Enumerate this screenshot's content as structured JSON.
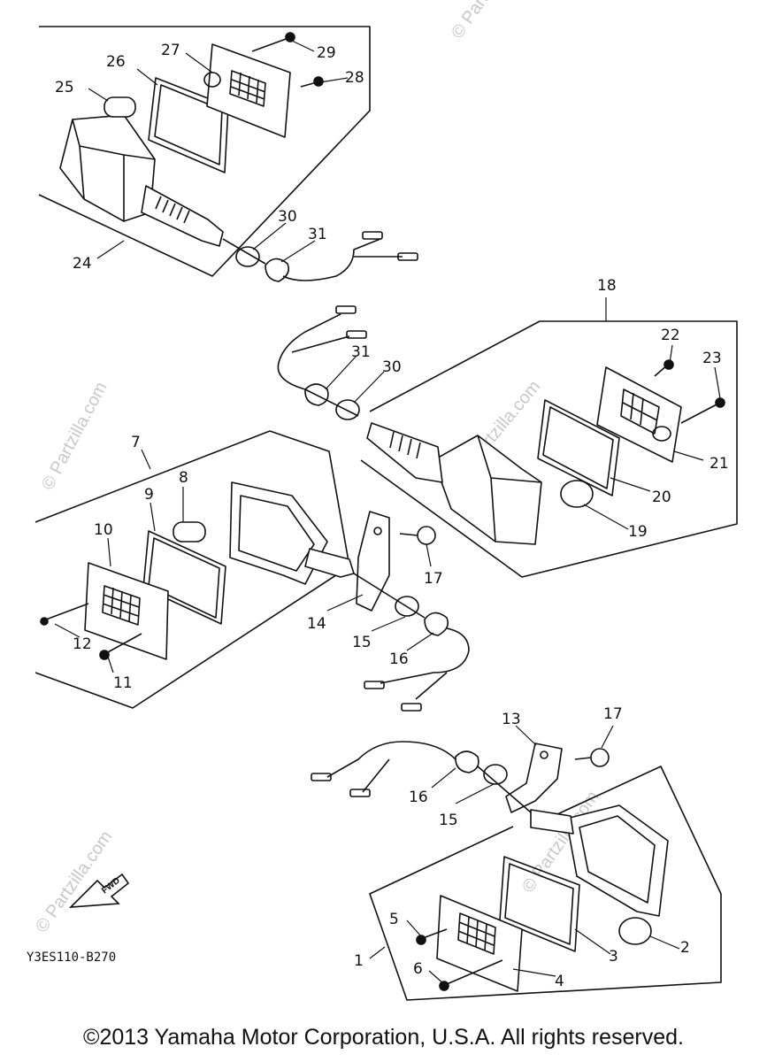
{
  "watermark": "© Partzilla.com",
  "diagram_code": "Y3ES110-B270",
  "fwd_label": "FWD",
  "copyright": "©2013 Yamaha Motor Corporation, U.S.A. All rights reserved.",
  "callouts": {
    "n1": "1",
    "n2": "2",
    "n3": "3",
    "n4": "4",
    "n5": "5",
    "n6": "6",
    "n7": "7",
    "n8": "8",
    "n9": "9",
    "n10": "10",
    "n11": "11",
    "n12": "12",
    "n13": "13",
    "n14": "14",
    "n15a": "15",
    "n15b": "15",
    "n16a": "16",
    "n16b": "16",
    "n17a": "17",
    "n17b": "17",
    "n18": "18",
    "n19": "19",
    "n20": "20",
    "n21": "21",
    "n22": "22",
    "n23": "23",
    "n24": "24",
    "n25": "25",
    "n26": "26",
    "n27": "27",
    "n28": "28",
    "n29": "29",
    "n30a": "30",
    "n30b": "30",
    "n31a": "31",
    "n31b": "31"
  }
}
